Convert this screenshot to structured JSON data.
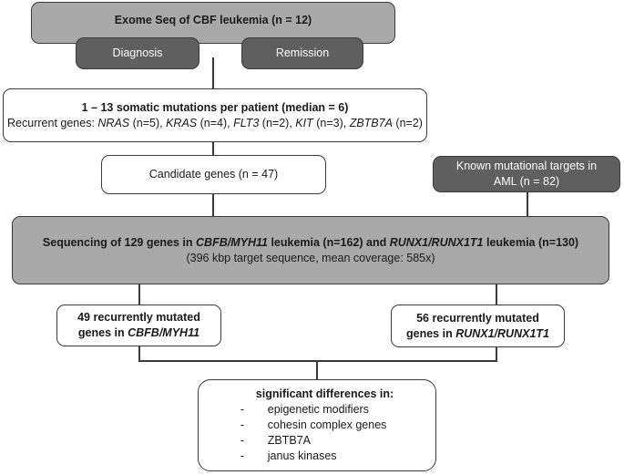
{
  "top": {
    "title": "Exome Seq of CBF leukemia (n = 12)",
    "diagnosis": "Diagnosis",
    "remission": "Remission"
  },
  "mutations": {
    "line1": "1 – 13 somatic mutations per patient (median = 6)",
    "prefix": "Recurrent genes: ",
    "genes": [
      {
        "name": "NRAS",
        "count": " (n=5), "
      },
      {
        "name": "KRAS",
        "count": " (n=4), "
      },
      {
        "name": "FLT3",
        "count": " (n=2), "
      },
      {
        "name": "KIT",
        "count": " (n=3), "
      },
      {
        "name": "ZBTB7A",
        "count": " (n=2)"
      }
    ]
  },
  "candidate": "Candidate genes (n = 47)",
  "known": {
    "line1": "Known mutational targets in",
    "line2": "AML (n = 82)"
  },
  "sequencing": {
    "p1": "Sequencing of 129 genes in ",
    "g1": "CBFB/MYH11",
    "p2": " leukemia (n=162) and ",
    "g2": "RUNX1/RUNX1T1",
    "p3": " leukemia (n=130)",
    "sub": "(396 kbp target sequence, mean coverage: 585x)"
  },
  "left": {
    "line1": "49 recurrently mutated",
    "line2_prefix": "genes in ",
    "gene": "CBFB/MYH11"
  },
  "right": {
    "line1": "56 recurrently mutated",
    "line2_prefix": "genes in ",
    "gene": "RUNX1/RUNX1T1"
  },
  "differences": {
    "title": "significant differences in:",
    "bullet": "-",
    "items": [
      "epigenetic modifiers",
      "cohesin complex genes",
      "ZBTB7A",
      "janus kinases"
    ]
  }
}
